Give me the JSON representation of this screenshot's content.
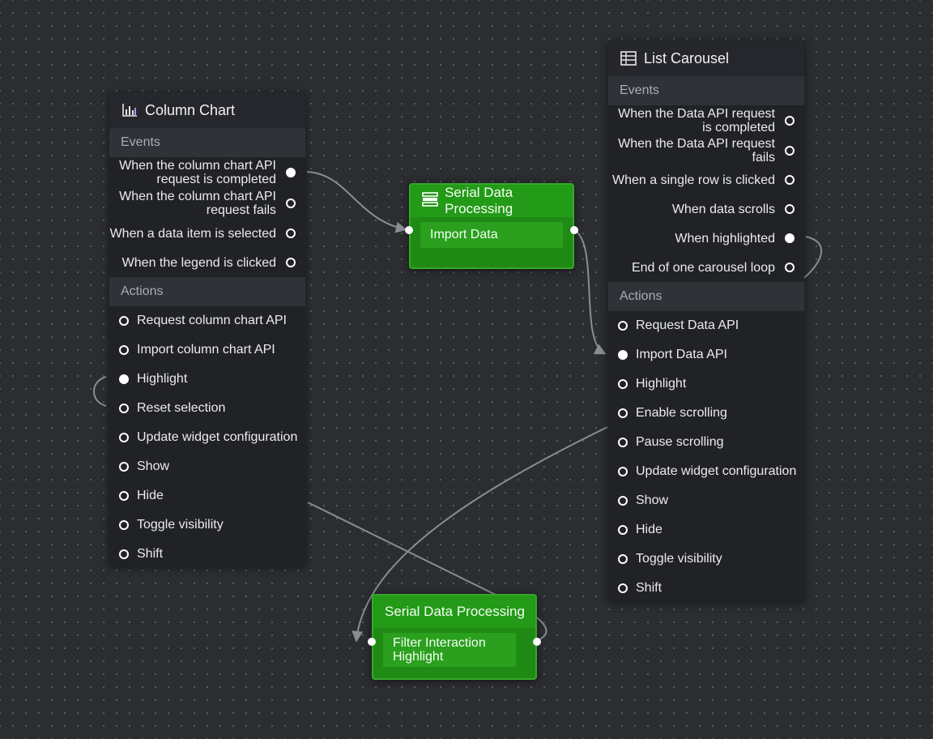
{
  "column_chart": {
    "title": "Column Chart",
    "icon": "bar-chart-icon",
    "events_label": "Events",
    "events": [
      {
        "label": "When the column chart API request is completed"
      },
      {
        "label": "When the column chart API request fails"
      },
      {
        "label": "When a data item is selected"
      },
      {
        "label": "When the legend is clicked"
      }
    ],
    "actions_label": "Actions",
    "actions": [
      {
        "label": "Request column chart API"
      },
      {
        "label": "Import column chart API"
      },
      {
        "label": "Highlight"
      },
      {
        "label": "Reset selection"
      },
      {
        "label": "Update widget configuration"
      },
      {
        "label": "Show"
      },
      {
        "label": "Hide"
      },
      {
        "label": "Toggle visibility"
      },
      {
        "label": "Shift"
      }
    ]
  },
  "serial_top": {
    "title": "Serial Data Processing",
    "icon": "processing-icon",
    "item": "Import Data"
  },
  "serial_bottom": {
    "title": "Serial Data Processing",
    "item": "Filter Interaction Highlight"
  },
  "list_carousel": {
    "title": "List Carousel",
    "icon": "table-icon",
    "events_label": "Events",
    "events": [
      {
        "label": "When the Data API request is completed"
      },
      {
        "label": "When the Data API request fails"
      },
      {
        "label": "When a single row is clicked"
      },
      {
        "label": "When data scrolls"
      },
      {
        "label": "When highlighted"
      },
      {
        "label": "End of one carousel loop"
      }
    ],
    "actions_label": "Actions",
    "actions": [
      {
        "label": "Request Data API"
      },
      {
        "label": "Import Data API"
      },
      {
        "label": "Highlight"
      },
      {
        "label": "Enable scrolling"
      },
      {
        "label": "Pause scrolling"
      },
      {
        "label": "Update widget configuration"
      },
      {
        "label": "Show"
      },
      {
        "label": "Hide"
      },
      {
        "label": "Toggle visibility"
      },
      {
        "label": "Shift"
      }
    ]
  },
  "colors": {
    "canvas_bg": "#2b2d31",
    "node_bg": "#202226",
    "section_bg": "#2f3237",
    "processing_green": "#1f8a14",
    "wire": "#8a8d92"
  }
}
